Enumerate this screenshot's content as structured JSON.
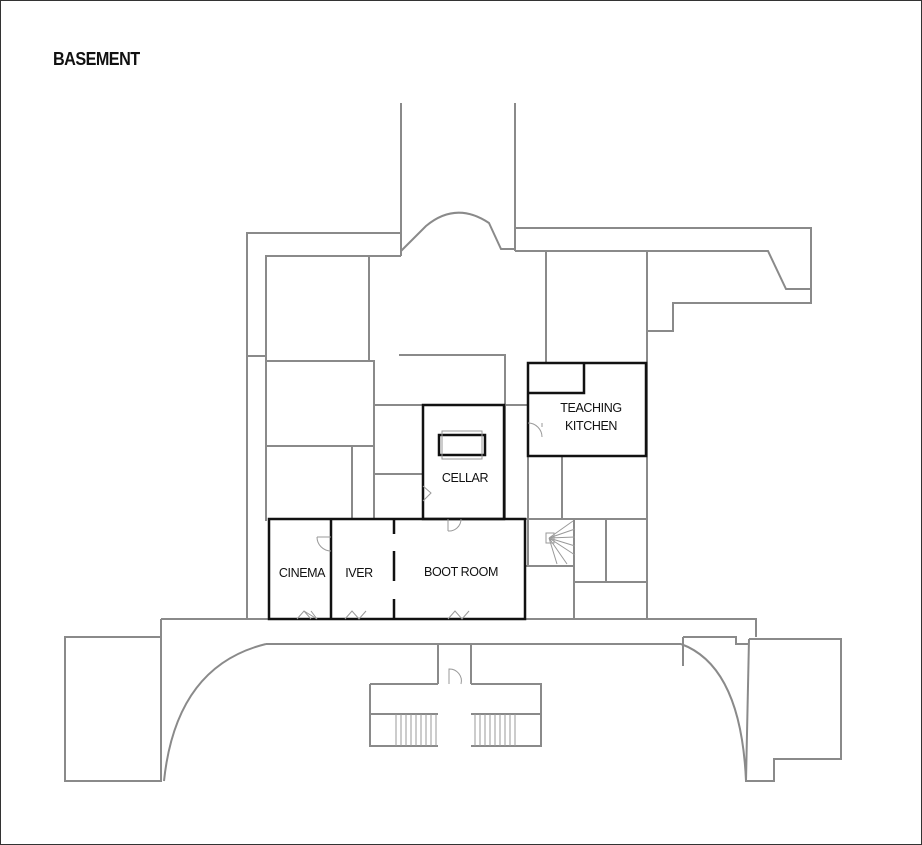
{
  "title": "BASEMENT",
  "rooms": {
    "teaching_kitchen_line1": "TEACHING",
    "teaching_kitchen_line2": "KITCHEN",
    "cellar": "CELLAR",
    "cinema": "CINEMA",
    "iver": "IVER",
    "boot_room": "BOOT ROOM"
  },
  "colors": {
    "highlight_walls": "#111111",
    "other_walls": "#8a8a8a"
  }
}
